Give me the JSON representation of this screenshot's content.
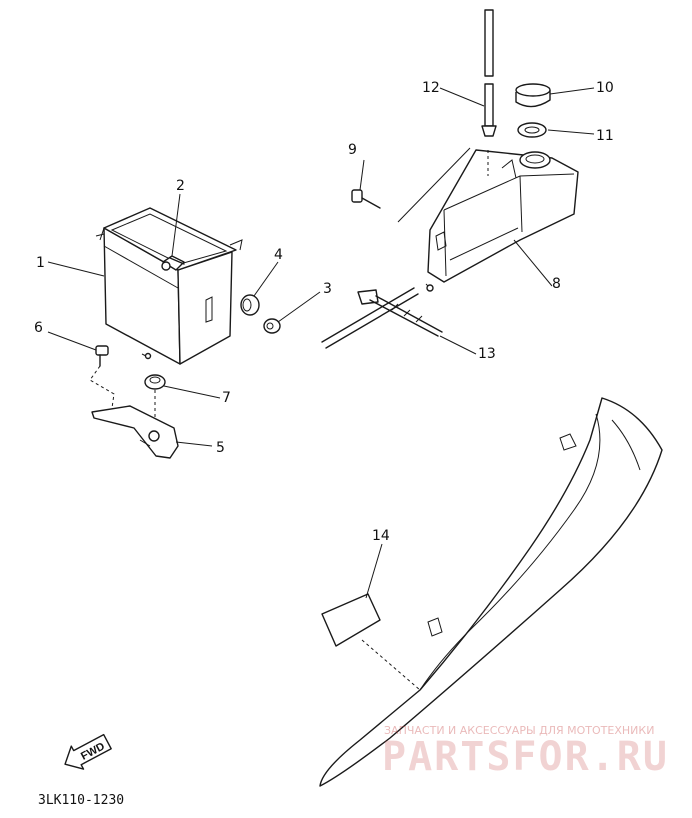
{
  "diagram": {
    "callouts": {
      "c1": "1",
      "c2": "2",
      "c3": "3",
      "c4": "4",
      "c5": "5",
      "c6": "6",
      "c7": "7",
      "c8": "8",
      "c9": "9",
      "c10": "10",
      "c11": "11",
      "c12": "12",
      "c13": "13",
      "c14": "14"
    },
    "fwd_label": "FWD",
    "part_code": "3LK110-1230"
  },
  "watermark": {
    "tagline": "ЗАПЧАСТИ И АКСЕССУАРЫ ДЛЯ МОТОТЕХНИКИ",
    "brand": "PARTSFOR.RU"
  }
}
